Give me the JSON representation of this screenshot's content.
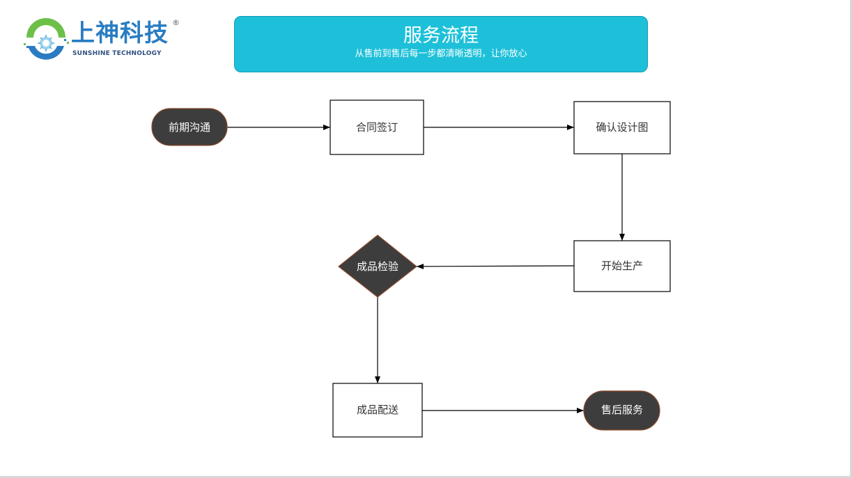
{
  "logo": {
    "name_cn": "上神科技",
    "registered_mark": "®",
    "name_en": "SUNSHINE TECHNOLOGY"
  },
  "banner": {
    "title": "服务流程",
    "subtitle": "从售前到售后每一步都清晰透明，让你放心"
  },
  "flow": {
    "nodes": [
      {
        "id": "n1",
        "label": "前期沟通",
        "shape": "terminal"
      },
      {
        "id": "n2",
        "label": "合同签订",
        "shape": "process"
      },
      {
        "id": "n3",
        "label": "确认设计图",
        "shape": "process"
      },
      {
        "id": "n4",
        "label": "开始生产",
        "shape": "process"
      },
      {
        "id": "n5",
        "label": "成品检验",
        "shape": "decision"
      },
      {
        "id": "n6",
        "label": "成品配送",
        "shape": "process"
      },
      {
        "id": "n7",
        "label": "售后服务",
        "shape": "terminal"
      }
    ],
    "edges": [
      {
        "from": "n1",
        "to": "n2"
      },
      {
        "from": "n2",
        "to": "n3"
      },
      {
        "from": "n3",
        "to": "n4"
      },
      {
        "from": "n4",
        "to": "n5"
      },
      {
        "from": "n5",
        "to": "n6"
      },
      {
        "from": "n6",
        "to": "n7"
      }
    ]
  },
  "colors": {
    "banner": "#1ec0d9",
    "dark_node": "#3d3d3d",
    "dark_node_border": "#8a4a2a",
    "logo_green": "#6cc04a",
    "logo_blue": "#2a7cc2"
  }
}
